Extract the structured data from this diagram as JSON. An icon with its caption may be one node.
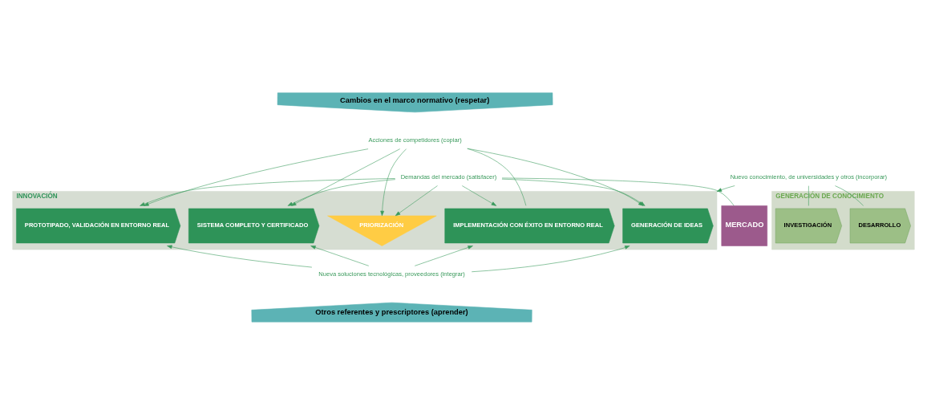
{
  "diagram": {
    "nodes": [
      {
        "text": [
          "Cambios en el marco normativo (respetar)"
        ]
      },
      {
        "text": [
          "Acciones de competidores (copiar)"
        ]
      },
      {
        "text": [
          "Nuevo conocimiento, de universidades y otros (incorporar)"
        ]
      },
      {
        "text": [
          "Demandas del mercado (satisfacer)"
        ]
      },
      {
        "text": [
          "GENERACIÓN DE CONOCIMIENTO"
        ]
      },
      {
        "text": [
          "INVESTIGACIÓN"
        ],
        "in": 4
      },
      {
        "text": [
          "DESARROLLO"
        ],
        "in": 4
      },
      {
        "text": [
          "INNOVACIÓN"
        ]
      },
      {
        "text": [
          "GENERACIÓN DE IDEAS"
        ],
        "in": 7
      },
      {
        "text": [
          "PRIORIZACIÓN"
        ],
        "in": 7
      },
      {
        "text": [
          "PROTOTIPADO, VALIDACIÓN EN ENTORNO REAL"
        ],
        "in": 7
      },
      {
        "text": [
          "SISTEMA COMPLETO Y CERTIFICADO"
        ],
        "in": 7
      },
      {
        "text": [
          "IMPLEMENTACIÓN CON ÉXITO EN ENTORNO REAL"
        ],
        "in": 7
      },
      {
        "text": [
          "MERCADO"
        ]
      },
      {
        "text": [
          "Nueva soluciones tecnológicas, proveedores (integrar)"
        ]
      },
      {
        "text": [
          "Otros referentes y prescriptores (aprender)"
        ]
      }
    ],
    "edges": [
      {
        "from": 2,
        "to": 5,
        "arrow": "none"
      },
      {
        "from": 2,
        "to": 6,
        "arrow": "none"
      },
      {
        "from": 2,
        "to": 7,
        "arrow": "to"
      },
      {
        "from": 1,
        "to": 8,
        "arrow": "to"
      },
      {
        "from": 1,
        "to": 9,
        "arrow": "to"
      },
      {
        "from": 1,
        "to": 10,
        "arrow": "to"
      },
      {
        "from": 1,
        "to": 11,
        "arrow": "to"
      },
      {
        "from": 1,
        "to": 12,
        "arrow": "none"
      },
      {
        "from": 3,
        "to": 8,
        "arrow": "to"
      },
      {
        "from": 3,
        "to": 9,
        "arrow": "to"
      },
      {
        "from": 3,
        "to": 10,
        "arrow": "to"
      },
      {
        "from": 3,
        "to": 11,
        "arrow": "to"
      },
      {
        "from": 3,
        "to": 12,
        "arrow": "to"
      },
      {
        "from": 3,
        "to": 13,
        "arrow": "none"
      },
      {
        "from": 14,
        "to": 8,
        "arrow": "to"
      },
      {
        "from": 14,
        "to": 10,
        "arrow": "to"
      },
      {
        "from": 14,
        "to": 11,
        "arrow": "to"
      },
      {
        "from": 14,
        "to": 12,
        "arrow": "to"
      }
    ]
  }
}
